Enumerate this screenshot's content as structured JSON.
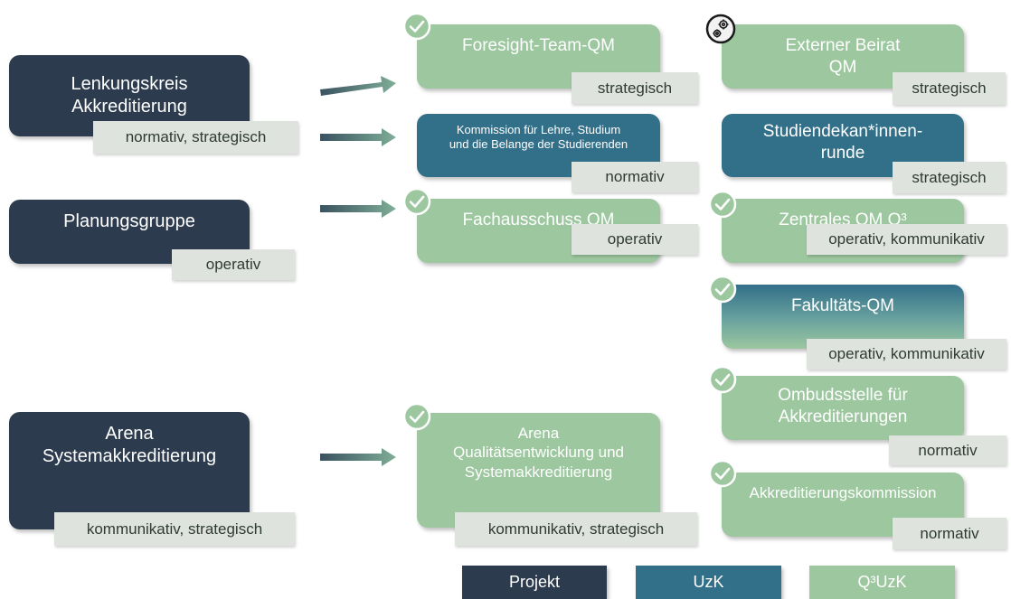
{
  "colors": {
    "projekt": "#2c3b4d",
    "uzk": "#326f89",
    "q3uzk": "#9cc79f",
    "tag": "#dfe3dd"
  },
  "left": [
    {
      "title": "Lenkungskreis\nAkkreditierung",
      "tag": "normativ, strategisch"
    },
    {
      "title": "Planungsgruppe",
      "tag": "operativ"
    },
    {
      "title": "Arena\nSystemakkreditierung",
      "tag": "kommunikativ, strategisch"
    }
  ],
  "middle": [
    {
      "title": "Foresight-Team-QM",
      "tag": "strategisch",
      "icon": "check-icon"
    },
    {
      "title": "Kommission für Lehre, Studium\nund die Belange der Studierenden",
      "tag": "normativ"
    },
    {
      "title": "Fachausschuss QM",
      "tag": "operativ",
      "icon": "check-icon"
    },
    {
      "title": "Arena\nQualitätsentwicklung und\nSystemakkreditierung",
      "tag": "kommunikativ, strategisch",
      "icon": "check-icon"
    }
  ],
  "right": [
    {
      "title": "Externer Beirat\nQM",
      "tag": "strategisch",
      "icon": "gears-icon"
    },
    {
      "title": "Studiendekan*innen-\nrunde",
      "tag": "strategisch"
    },
    {
      "title": "Zentrales QM Q³",
      "tag": "operativ, kommunikativ",
      "icon": "check-icon"
    },
    {
      "title": "Fakultäts-QM",
      "tag": "operativ, kommunikativ",
      "icon": "check-icon"
    },
    {
      "title": "Ombudsstelle für\nAkkreditierungen",
      "tag": "normativ",
      "icon": "check-icon"
    },
    {
      "title": "Akkreditierungskommission",
      "tag": "normativ",
      "icon": "check-icon"
    }
  ],
  "legend": [
    {
      "label": "Projekt",
      "color": "#2c3b4d"
    },
    {
      "label": "UzK",
      "color": "#326f89"
    },
    {
      "label": "Q³UzK",
      "color": "#9cc79f"
    }
  ]
}
